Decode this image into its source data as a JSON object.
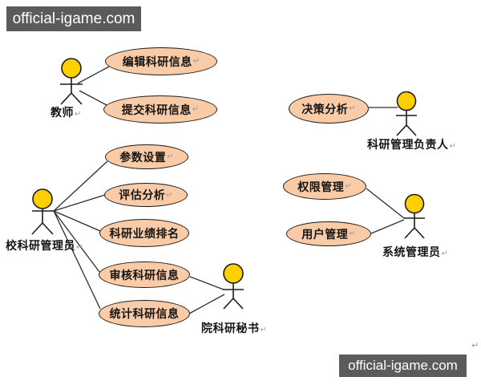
{
  "watermarks": {
    "top": "official-igame.com",
    "bottom": "official-igame.com"
  },
  "return_mark": "↵",
  "colors": {
    "usecase_fill": "#f9cba6",
    "usecase_border": "#1c1c1c",
    "actor_head_fill": "#ffcf00",
    "line": "#2d2d2d",
    "banner_bg": "#5b5b5b",
    "banner_text": "#ffffff"
  },
  "diagram": {
    "type": "uml-use-case",
    "actors": [
      {
        "label": "教师"
      },
      {
        "label": "校科研管理员"
      },
      {
        "label": "院科研秘书"
      },
      {
        "label": "科研管理负责人"
      },
      {
        "label": "系统管理员"
      }
    ],
    "usecases": [
      {
        "label": "编辑科研信息"
      },
      {
        "label": "提交科研信息"
      },
      {
        "label": "参数设置"
      },
      {
        "label": "评估分析"
      },
      {
        "label": "科研业绩排名"
      },
      {
        "label": "审核科研信息"
      },
      {
        "label": "统计科研信息"
      },
      {
        "label": "决策分析"
      },
      {
        "label": "权限管理"
      },
      {
        "label": "用户管理"
      }
    ],
    "associations": [
      {
        "actor": "教师",
        "usecase": "编辑科研信息"
      },
      {
        "actor": "教师",
        "usecase": "提交科研信息"
      },
      {
        "actor": "校科研管理员",
        "usecase": "参数设置"
      },
      {
        "actor": "校科研管理员",
        "usecase": "评估分析"
      },
      {
        "actor": "校科研管理员",
        "usecase": "科研业绩排名"
      },
      {
        "actor": "校科研管理员",
        "usecase": "审核科研信息"
      },
      {
        "actor": "校科研管理员",
        "usecase": "统计科研信息"
      },
      {
        "actor": "院科研秘书",
        "usecase": "审核科研信息"
      },
      {
        "actor": "院科研秘书",
        "usecase": "统计科研信息"
      },
      {
        "actor": "科研管理负责人",
        "usecase": "决策分析"
      },
      {
        "actor": "系统管理员",
        "usecase": "权限管理"
      },
      {
        "actor": "系统管理员",
        "usecase": "用户管理"
      }
    ]
  }
}
